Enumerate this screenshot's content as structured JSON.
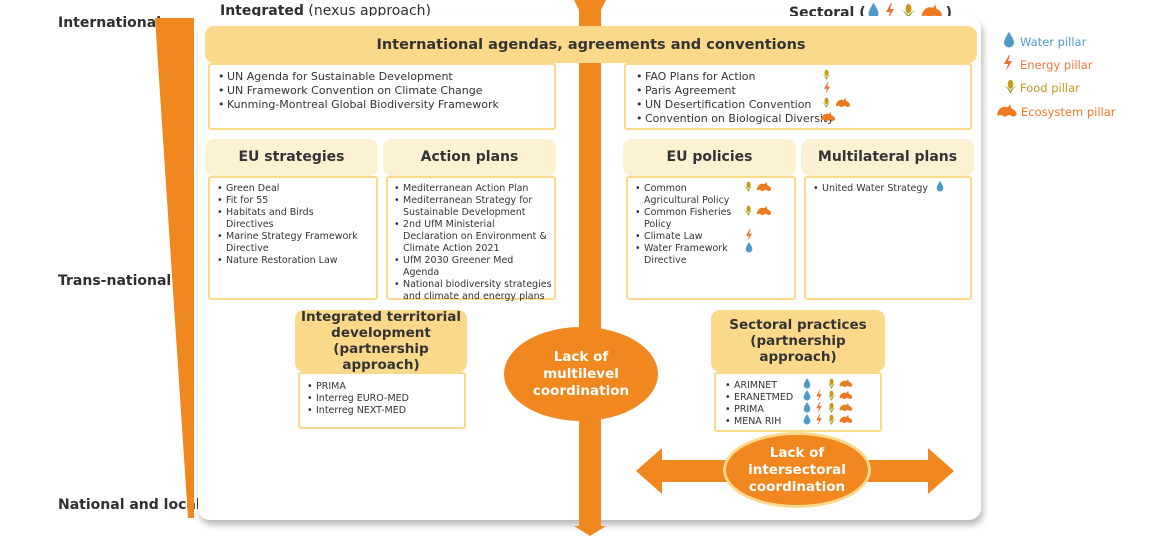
{
  "levels": {
    "international": "International",
    "transnational": "Trans-national",
    "national": "National and local"
  },
  "header": {
    "integrated_bold": "Integrated",
    "integrated_rest": " (nexus approach)",
    "sectoral": "Sectoral (",
    "sectoral_close": ")"
  },
  "intl_header": "International agendas, agreements and conventions",
  "integrated": {
    "intl_items": [
      "UN Agenda for Sustainable Development",
      "UN Framework Convention on Climate Change",
      "Kunming-Montreal Global Biodiversity Framework"
    ],
    "eu_strategies": {
      "title": "EU strategies",
      "items": [
        "Green Deal",
        "Fit for 55",
        "Habitats and Birds Directives",
        "Marine Strategy Framework Directive",
        "Nature Restoration Law"
      ]
    },
    "action_plans": {
      "title": "Action plans",
      "items": [
        "Mediterranean Action Plan",
        "Mediterranean Strategy for Sustainable Development",
        "2nd  UfM Ministerial Declaration on Environment & Climate Action 2021",
        "UfM 2030 Greener Med Agenda",
        "National biodiversity strategies and climate and energy plans"
      ]
    },
    "territorial": {
      "title": "Integrated territorial development (partnership approach)",
      "items": [
        "PRIMA",
        "Interreg EURO-MED",
        "Interreg NEXT-MED"
      ]
    }
  },
  "sectoral": {
    "intl_items": [
      "FAO Plans for Action",
      "Paris Agreement",
      "UN Desertification Convention",
      "Convention on Biological Diversity"
    ],
    "eu_policies": {
      "title": "EU policies",
      "items": [
        "Common Agricultural Policy",
        "Common Fisheries Policy",
        "Climate Law",
        "Water Framework Directive"
      ]
    },
    "multilateral": {
      "title": "Multilateral plans",
      "items": [
        "United Water Strategy"
      ]
    },
    "practices": {
      "title": "Sectoral practices (partnership approach)",
      "items": [
        "ARIMNET",
        "ERANETMED",
        "PRIMA",
        "MENA RIH"
      ]
    }
  },
  "ovals": {
    "multilevel": "Lack of multilevel coordination",
    "intersectoral": "Lack of intersectoral coordination"
  },
  "legend": {
    "water": "Water pillar",
    "energy": "Energy pillar",
    "food": "Food pillar",
    "ecosystem": "Ecosystem pillar"
  },
  "colors": {
    "orange": "#f1871f",
    "yellow": "#fbd98a",
    "light_yellow": "#fdf1d3",
    "water": "#4f9ac9",
    "energy": "#ec6f34",
    "food": "#c59a1d",
    "ecosystem": "#ec7a22"
  }
}
